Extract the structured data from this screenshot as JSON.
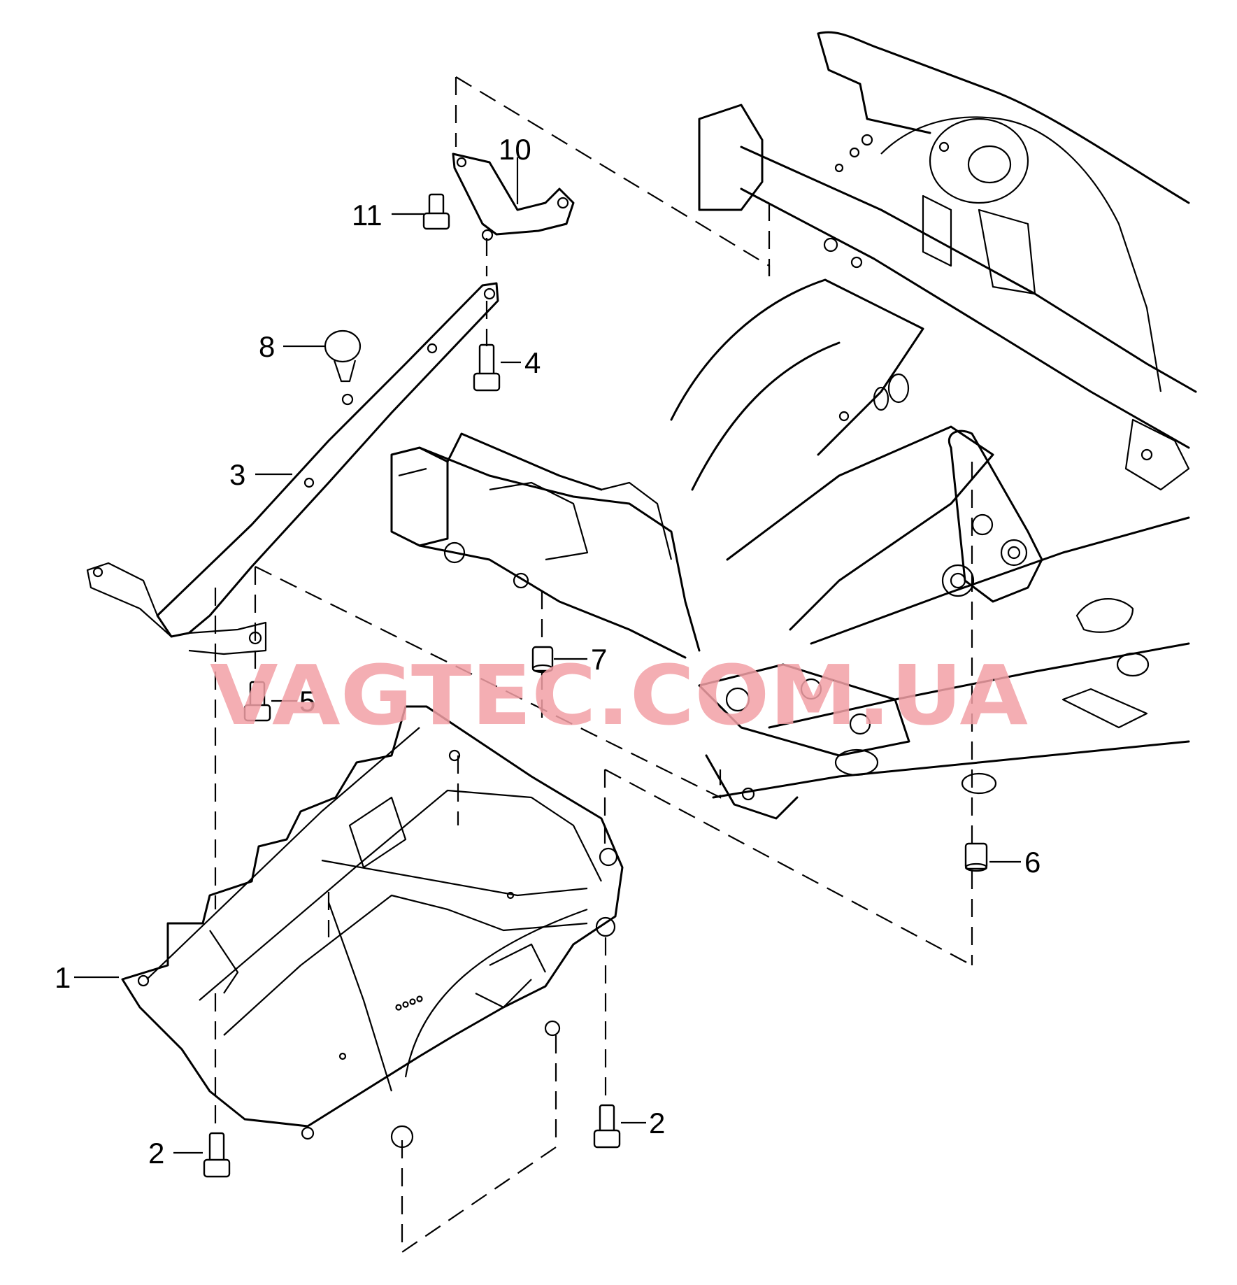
{
  "callouts": [
    {
      "id": "1",
      "label": "1"
    },
    {
      "id": "2a",
      "label": "2"
    },
    {
      "id": "2b",
      "label": "2"
    },
    {
      "id": "3",
      "label": "3"
    },
    {
      "id": "4",
      "label": "4"
    },
    {
      "id": "5",
      "label": "5"
    },
    {
      "id": "6",
      "label": "6"
    },
    {
      "id": "7",
      "label": "7"
    },
    {
      "id": "8",
      "label": "8"
    },
    {
      "id": "10",
      "label": "10"
    },
    {
      "id": "11",
      "label": "11"
    }
  ],
  "watermark": "VAGTEC.COM.UA",
  "colors": {
    "line": "#000000",
    "watermark": "#f3a0a6",
    "background": "#ffffff"
  }
}
